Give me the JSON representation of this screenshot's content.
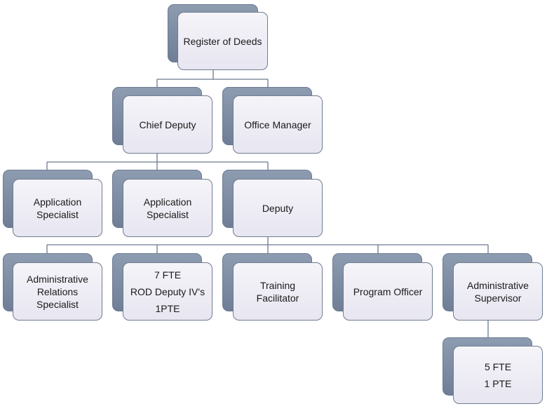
{
  "chart": {
    "nodes": [
      {
        "id": "register-of-deeds",
        "lines": [
          "Register of Deeds"
        ]
      },
      {
        "id": "chief-deputy",
        "lines": [
          "Chief Deputy"
        ]
      },
      {
        "id": "office-manager",
        "lines": [
          "Office Manager"
        ]
      },
      {
        "id": "application-specialist-1",
        "lines": [
          "Application",
          "Specialist"
        ]
      },
      {
        "id": "application-specialist-2",
        "lines": [
          "Application",
          "Specialist"
        ]
      },
      {
        "id": "deputy",
        "lines": [
          "Deputy"
        ]
      },
      {
        "id": "administrative-relations-specialist",
        "lines": [
          "Administrative",
          "Relations",
          "Specialist"
        ]
      },
      {
        "id": "rod-deputy-iv",
        "lines": [
          "7 FTE",
          "ROD Deputy IV's",
          "1PTE"
        ]
      },
      {
        "id": "training-facilitator",
        "lines": [
          "Training",
          "Facilitator"
        ]
      },
      {
        "id": "program-officer",
        "lines": [
          "Program Officer"
        ]
      },
      {
        "id": "administrative-supervisor",
        "lines": [
          "Administrative",
          "Supervisor"
        ]
      },
      {
        "id": "supervisor-staff",
        "lines": [
          "5 FTE",
          "1 PTE"
        ]
      }
    ]
  }
}
